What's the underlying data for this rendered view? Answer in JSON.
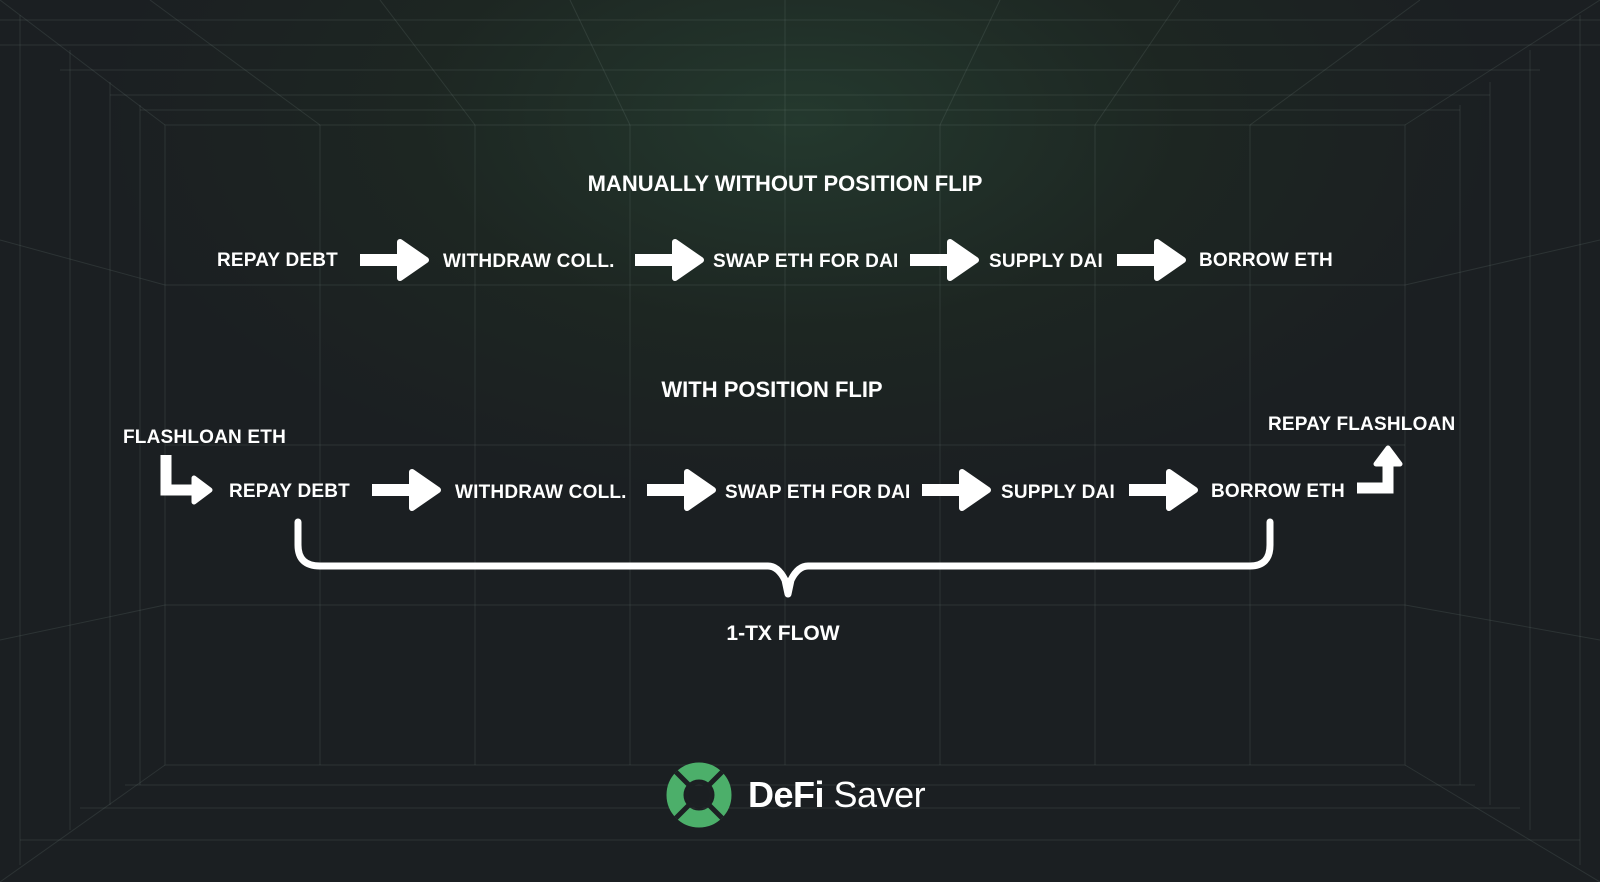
{
  "top_title": "MANUALLY WITHOUT POSITION FLIP",
  "manual_steps": [
    "REPAY DEBT",
    "WITHDRAW COLL.",
    "SWAP ETH FOR DAI",
    "SUPPLY DAI",
    "BORROW ETH"
  ],
  "flip_title": "WITH POSITION FLIP",
  "flashloan_label": "FLASHLOAN ETH",
  "flip_steps": [
    "REPAY DEBT",
    "WITHDRAW COLL.",
    "SWAP ETH FOR DAI",
    "SUPPLY DAI",
    "BORROW ETH"
  ],
  "repay_flashloan_label": "REPAY FLASHLOAN",
  "brace_label": "1-TX FLOW",
  "brand": {
    "name_bold": "DeFi",
    "name_regular": "Saver",
    "logo_color": "#4caf6a"
  }
}
